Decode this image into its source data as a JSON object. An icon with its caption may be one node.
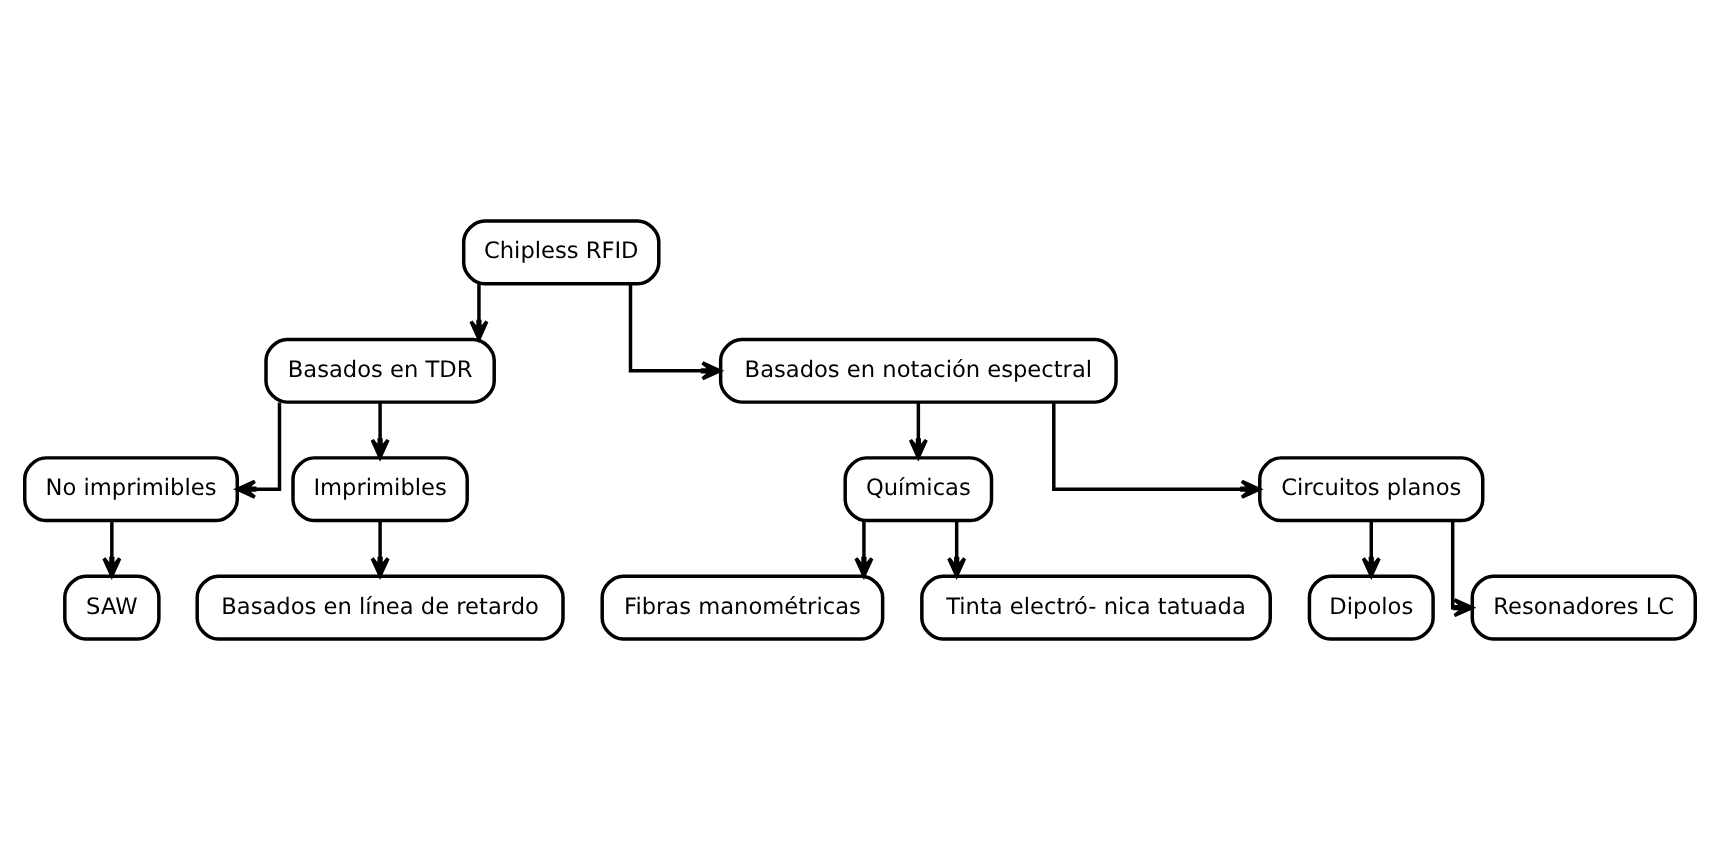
{
  "diagram": {
    "nodes": [
      {
        "text": [
          "Chipless RFID"
        ]
      },
      {
        "text": [
          "Basados en TDR"
        ]
      },
      {
        "text": [
          "Basados en notación espectral"
        ]
      },
      {
        "text": [
          "No imprimibles"
        ]
      },
      {
        "text": [
          "Imprimibles"
        ]
      },
      {
        "text": [
          "SAW"
        ]
      },
      {
        "text": [
          "Basados en línea de retardo"
        ]
      },
      {
        "text": [
          "Químicas"
        ]
      },
      {
        "text": [
          "Circuitos planos"
        ]
      },
      {
        "text": [
          "Fibras manométricas"
        ]
      },
      {
        "text": [
          "Tinta electró- nica tatuada"
        ]
      },
      {
        "text": [
          "Dipolos"
        ]
      },
      {
        "text": [
          "Resonadores LC"
        ]
      }
    ],
    "edges": [
      {
        "from": 0,
        "to": 1,
        "arrow": "to"
      },
      {
        "from": 0,
        "to": 2,
        "arrow": "to"
      },
      {
        "from": 1,
        "to": 3,
        "arrow": "to"
      },
      {
        "from": 1,
        "to": 4,
        "arrow": "to"
      },
      {
        "from": 3,
        "to": 5,
        "arrow": "to"
      },
      {
        "from": 4,
        "to": 6,
        "arrow": "to"
      },
      {
        "from": 2,
        "to": 7,
        "arrow": "to"
      },
      {
        "from": 2,
        "to": 8,
        "arrow": "to"
      },
      {
        "from": 7,
        "to": 9,
        "arrow": "to"
      },
      {
        "from": 7,
        "to": 10,
        "arrow": "to"
      },
      {
        "from": 8,
        "to": 11,
        "arrow": "to"
      },
      {
        "from": 8,
        "to": 12,
        "arrow": "to"
      }
    ]
  }
}
